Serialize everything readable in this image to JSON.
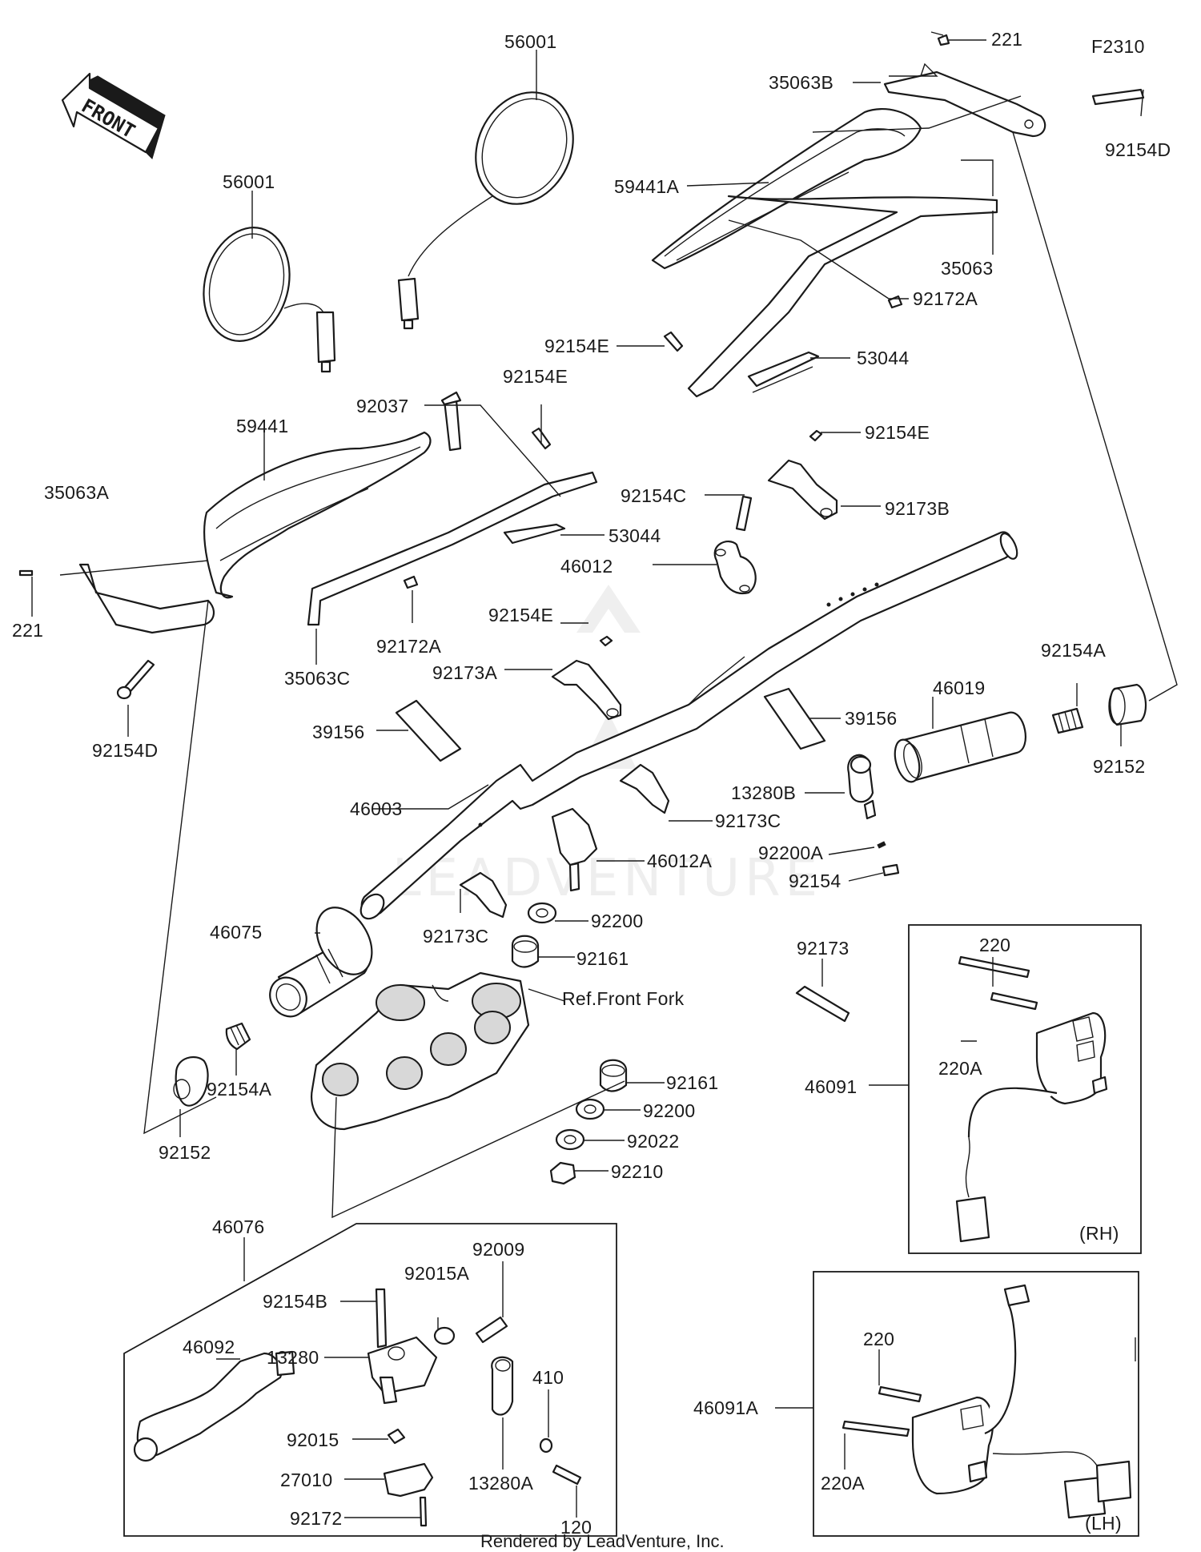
{
  "diagram": {
    "code": "F2310",
    "front_arrow": "FRONT",
    "watermark": "LEADVENTURE",
    "footer": "Rendered by LeadVenture, Inc.",
    "ref_label": "Ref.Front Fork",
    "boxes": {
      "rh": "(RH)",
      "lh": "(LH)"
    },
    "labels": {
      "p56001_l": "56001",
      "p56001_r": "56001",
      "p221_t": "221",
      "p35063B": "35063B",
      "p92154D_r": "92154D",
      "p59441A": "59441A",
      "p35063": "35063",
      "p92172A_r": "92172A",
      "p92154E_a": "92154E",
      "p53044_r": "53044",
      "p92037": "92037",
      "p92154E_b": "92154E",
      "p59441": "59441",
      "p92154E_c": "92154E",
      "p35063A": "35063A",
      "p92154C": "92154C",
      "p92173B": "92173B",
      "p53044_l": "53044",
      "p221_l": "221",
      "p92172A_l": "92172A",
      "p46012": "46012",
      "p35063C": "35063C",
      "p92154E_d": "92154E",
      "p92154A_r": "92154A",
      "p92173A": "92173A",
      "p46019": "46019",
      "p92154D_l": "92154D",
      "p39156_l": "39156",
      "p39156_r": "39156",
      "p92152_r": "92152",
      "p13280B": "13280B",
      "p46003": "46003",
      "p92173C_a": "92173C",
      "p92200A": "92200A",
      "p46012A": "46012A",
      "p92154": "92154",
      "p92200_a": "92200",
      "p46075": "46075",
      "p92173C_b": "92173C",
      "p92161_a": "92161",
      "p92173": "92173",
      "p220_rh": "220",
      "p220A_rh": "220A",
      "p46091": "46091",
      "p92154A_l": "92154A",
      "p92161_b": "92161",
      "p92200_b": "92200",
      "p92152_l": "92152",
      "p92022": "92022",
      "p92210": "92210",
      "p46076": "46076",
      "p92009": "92009",
      "p92015A": "92015A",
      "p92154B": "92154B",
      "p13280": "13280",
      "p46092": "46092",
      "p410": "410",
      "p92015": "92015",
      "p27010": "27010",
      "p92172": "92172",
      "p13280A": "13280A",
      "p120": "120",
      "p220_lh": "220",
      "p46091A": "46091A",
      "p220A_lh": "220A"
    }
  }
}
